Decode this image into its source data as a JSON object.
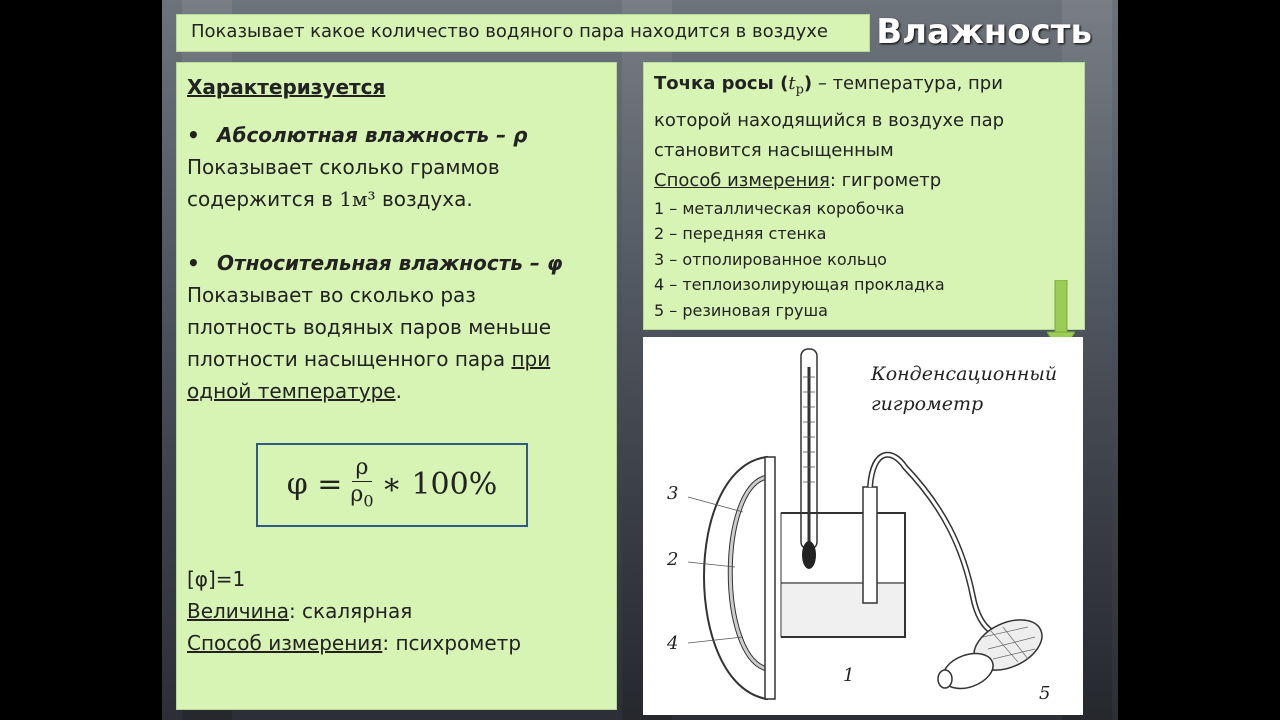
{
  "header": {
    "subtitle": "Показывает какое количество водяного пара находится в воздухе",
    "title": "Влажность"
  },
  "left": {
    "heading": "Характеризуется",
    "abs_title": "Абсолютная влажность – ρ",
    "abs_desc_1": "Показывает сколько граммов",
    "abs_desc_2": "содержится в",
    "abs_unit": "1м³",
    "abs_desc_3": "воздуха.",
    "rel_title": "Относительная влажность – φ",
    "rel_desc_1": "Показывает во сколько раз",
    "rel_desc_2": "плотность водяных паров меньше",
    "rel_desc_3a": "плотности насыщенного пара",
    "rel_desc_3b": "при",
    "rel_desc_4a": "одной температуре",
    "rel_desc_4b": ".",
    "formula_lhs": "φ =",
    "formula_num": "ρ",
    "formula_den": "ρ",
    "formula_den_sub": "0",
    "formula_rhs": "∗ 100%",
    "unit_line": "[φ]=1",
    "quantity_label": "Величина",
    "quantity_value": ": скалярная",
    "method_label": "Способ измерения",
    "method_value": ":  психрометр"
  },
  "right": {
    "dew_title": "Точка росы (",
    "dew_symbol": "t",
    "dew_sub": "p",
    "dew_close": ")",
    "dew_desc_1": " – температура, при",
    "dew_desc_2": "которой находящийся в воздухе пар",
    "dew_desc_3": "становится насыщенным",
    "method_label": "Способ измерения",
    "method_value": ": гигрометр",
    "parts": [
      "1 – металлическая коробочка",
      "2 – передняя стенка",
      "3 – отполированное кольцо",
      "4 – теплоизолирующая прокладка",
      "5 – резиновая груша"
    ]
  },
  "figure": {
    "caption_1": "Конденсационный",
    "caption_2": "гигрометр",
    "labels": [
      "3",
      "2",
      "4",
      "1",
      "5"
    ]
  },
  "colors": {
    "box_bg": "#d7f4b5",
    "formula_border": "#2e5b88",
    "arrow": "#9ccc55"
  }
}
